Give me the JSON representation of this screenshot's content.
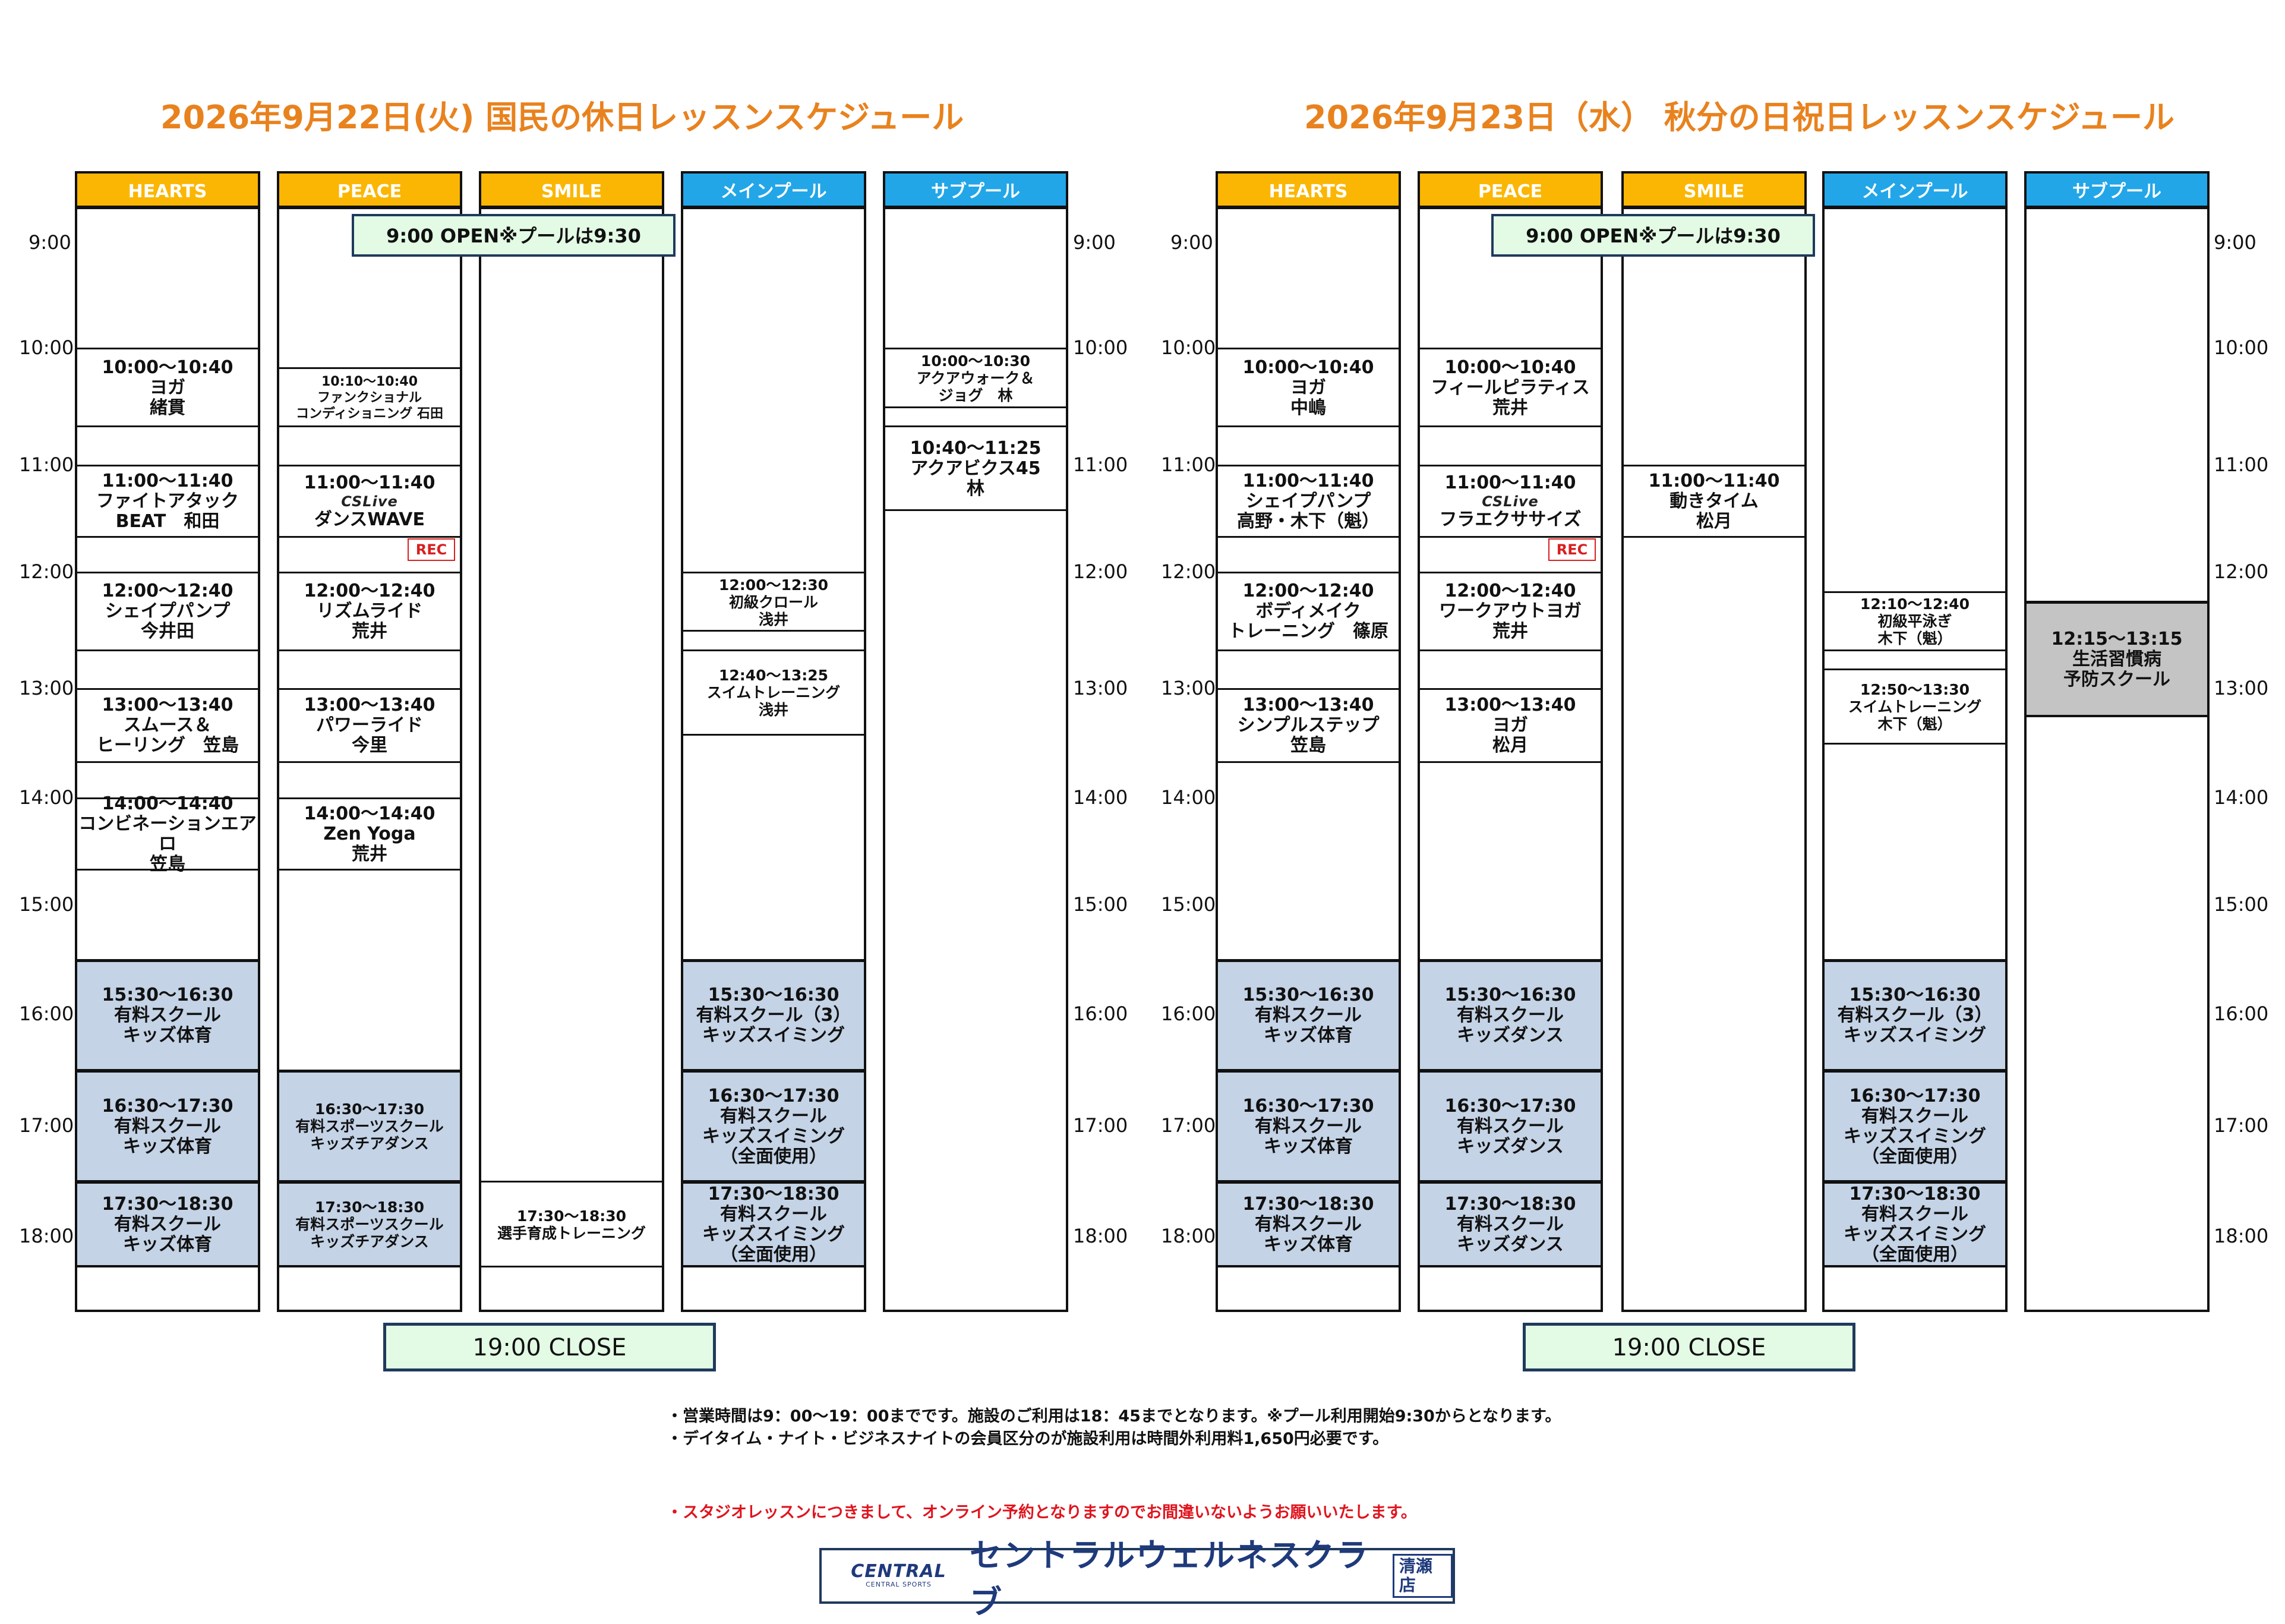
{
  "schedules": [
    {
      "title": "2026年9月22日(火) 国民の休日レッスンスケジュール",
      "open_text": "9:00 OPEN※プールは9:30",
      "close_text": "19:00 CLOSE",
      "columns": [
        {
          "name": "HEARTS",
          "header_color": "#fbb604",
          "lessons": [
            {
              "start": "10:00",
              "end": "10:40",
              "lines": [
                "10:00～10:40",
                "ヨガ",
                "緒貫"
              ]
            },
            {
              "start": "11:00",
              "end": "11:40",
              "lines": [
                "11:00～11:40",
                "ファイトアタック",
                "BEAT　和田"
              ]
            },
            {
              "start": "12:00",
              "end": "12:40",
              "lines": [
                "12:00～12:40",
                "シェイプパンプ",
                "今井田"
              ]
            },
            {
              "start": "13:00",
              "end": "13:40",
              "lines": [
                "13:00～13:40",
                "スムース＆",
                "ヒーリング　笠島"
              ]
            },
            {
              "start": "14:00",
              "end": "14:40",
              "lines": [
                "14:00～14:40",
                "コンビネーションエアロ",
                "笠島"
              ]
            },
            {
              "start": "15:30",
              "end": "16:30",
              "paid": true,
              "lines": [
                "15:30～16:30",
                "有料スクール",
                "キッズ体育"
              ]
            },
            {
              "start": "16:30",
              "end": "17:30",
              "paid": true,
              "lines": [
                "16:30～17:30",
                "有料スクール",
                "キッズ体育"
              ]
            },
            {
              "start": "17:30",
              "end": "18:30",
              "paid": true,
              "lines": [
                "17:30～18:30",
                "有料スクール",
                "キッズ体育"
              ]
            }
          ]
        },
        {
          "name": "PEACE",
          "header_color": "#fbb604",
          "lessons": [
            {
              "start": "10:10",
              "end": "10:40",
              "size": "tiny",
              "lines": [
                "10:10～10:40",
                "ファンクショナル",
                "コンディショニング 石田"
              ]
            },
            {
              "start": "11:00",
              "end": "11:40",
              "cslive": "CSLive",
              "rec": "REC",
              "lines": [
                "11:00～11:40",
                "ダンスWAVE"
              ]
            },
            {
              "start": "12:00",
              "end": "12:40",
              "lines": [
                "12:00～12:40",
                "リズムライド",
                "荒井"
              ]
            },
            {
              "start": "13:00",
              "end": "13:40",
              "lines": [
                "13:00～13:40",
                "パワーライド",
                "今里"
              ]
            },
            {
              "start": "14:00",
              "end": "14:40",
              "lines": [
                "14:00～14:40",
                "Zen Yoga",
                "荒井"
              ]
            },
            {
              "start": "16:30",
              "end": "17:30",
              "paid": true,
              "size": "small",
              "lines": [
                "16:30～17:30",
                "有料スポーツスクール",
                "キッズチアダンス"
              ]
            },
            {
              "start": "17:30",
              "end": "18:30",
              "paid": true,
              "size": "small",
              "lines": [
                "17:30～18:30",
                "有料スポーツスクール",
                "キッズチアダンス"
              ]
            }
          ]
        },
        {
          "name": "SMILE",
          "header_color": "#fbb604",
          "lessons": [
            {
              "start": "17:30",
              "end": "18:30",
              "size": "small",
              "lines": [
                "17:30～18:30",
                "選手育成トレーニング"
              ]
            }
          ]
        },
        {
          "name": "メインプール",
          "header_color": "#22a6e8",
          "lessons": [
            {
              "start": "12:00",
              "end": "12:30",
              "size": "small",
              "lines": [
                "12:00～12:30",
                "初級クロール",
                "浅井"
              ]
            },
            {
              "start": "12:40",
              "end": "13:25",
              "size": "small",
              "lines": [
                "12:40～13:25",
                "スイムトレーニング",
                "浅井"
              ]
            },
            {
              "start": "15:30",
              "end": "16:30",
              "paid": true,
              "lines": [
                "15:30～16:30",
                "有料スクール（3）",
                "キッズスイミング"
              ]
            },
            {
              "start": "16:30",
              "end": "17:30",
              "paid": true,
              "lines": [
                "16:30～17:30",
                "有料スクール",
                "キッズスイミング",
                "（全面使用）"
              ]
            },
            {
              "start": "17:30",
              "end": "18:30",
              "paid": true,
              "lines": [
                "17:30～18:30",
                "有料スクール",
                "キッズスイミング",
                "（全面使用）"
              ]
            }
          ]
        },
        {
          "name": "サブプール",
          "header_color": "#22a6e8",
          "lessons": [
            {
              "start": "10:00",
              "end": "10:30",
              "size": "small",
              "lines": [
                "10:00～10:30",
                "アクアウォーク＆",
                "ジョグ　林"
              ]
            },
            {
              "start": "10:40",
              "end": "11:25",
              "lines": [
                "10:40～11:25",
                "アクアビクス45",
                "林"
              ]
            }
          ]
        }
      ]
    },
    {
      "title": "2026年9月23日（水） 秋分の日祝日レッスンスケジュール",
      "open_text": "9:00 OPEN※プールは9:30",
      "close_text": "19:00 CLOSE",
      "columns": [
        {
          "name": "HEARTS",
          "header_color": "#fbb604",
          "lessons": [
            {
              "start": "10:00",
              "end": "10:40",
              "lines": [
                "10:00～10:40",
                "ヨガ",
                "中嶋"
              ]
            },
            {
              "start": "11:00",
              "end": "11:40",
              "lines": [
                "11:00～11:40",
                "シェイプパンプ",
                "高野・木下（魁）"
              ]
            },
            {
              "start": "12:00",
              "end": "12:40",
              "lines": [
                "12:00～12:40",
                "ボディメイク",
                "トレーニング　篠原"
              ]
            },
            {
              "start": "13:00",
              "end": "13:40",
              "lines": [
                "13:00～13:40",
                "シンプルステップ",
                "笠島"
              ]
            },
            {
              "start": "15:30",
              "end": "16:30",
              "paid": true,
              "lines": [
                "15:30～16:30",
                "有料スクール",
                "キッズ体育"
              ]
            },
            {
              "start": "16:30",
              "end": "17:30",
              "paid": true,
              "lines": [
                "16:30～17:30",
                "有料スクール",
                "キッズ体育"
              ]
            },
            {
              "start": "17:30",
              "end": "18:30",
              "paid": true,
              "lines": [
                "17:30～18:30",
                "有料スクール",
                "キッズ体育"
              ]
            }
          ]
        },
        {
          "name": "PEACE",
          "header_color": "#fbb604",
          "lessons": [
            {
              "start": "10:00",
              "end": "10:40",
              "lines": [
                "10:00～10:40",
                "フィールピラティス",
                "荒井"
              ]
            },
            {
              "start": "11:00",
              "end": "11:40",
              "cslive": "CSLive",
              "rec": "REC",
              "lines": [
                "11:00～11:40",
                "フラエクササイズ"
              ]
            },
            {
              "start": "12:00",
              "end": "12:40",
              "lines": [
                "12:00～12:40",
                "ワークアウトヨガ",
                "荒井"
              ]
            },
            {
              "start": "13:00",
              "end": "13:40",
              "lines": [
                "13:00～13:40",
                "ヨガ",
                "松月"
              ]
            },
            {
              "start": "15:30",
              "end": "16:30",
              "paid": true,
              "lines": [
                "15:30～16:30",
                "有料スクール",
                "キッズダンス"
              ]
            },
            {
              "start": "16:30",
              "end": "17:30",
              "paid": true,
              "lines": [
                "16:30～17:30",
                "有料スクール",
                "キッズダンス"
              ]
            },
            {
              "start": "17:30",
              "end": "18:30",
              "paid": true,
              "lines": [
                "17:30～18:30",
                "有料スクール",
                "キッズダンス"
              ]
            }
          ]
        },
        {
          "name": "SMILE",
          "header_color": "#fbb604",
          "lessons": [
            {
              "start": "11:00",
              "end": "11:40",
              "lines": [
                "11:00～11:40",
                "動きタイム",
                "松月"
              ]
            }
          ]
        },
        {
          "name": "メインプール",
          "header_color": "#22a6e8",
          "lessons": [
            {
              "start": "12:10",
              "end": "12:40",
              "size": "small",
              "lines": [
                "12:10～12:40",
                "初級平泳ぎ",
                "木下（魁）"
              ]
            },
            {
              "start": "12:50",
              "end": "13:30",
              "size": "small",
              "lines": [
                "12:50～13:30",
                "スイムトレーニング",
                "木下（魁）"
              ]
            },
            {
              "start": "15:30",
              "end": "16:30",
              "paid": true,
              "lines": [
                "15:30～16:30",
                "有料スクール（3）",
                "キッズスイミング"
              ]
            },
            {
              "start": "16:30",
              "end": "17:30",
              "paid": true,
              "lines": [
                "16:30～17:30",
                "有料スクール",
                "キッズスイミング",
                "（全面使用）"
              ]
            },
            {
              "start": "17:30",
              "end": "18:30",
              "paid": true,
              "lines": [
                "17:30～18:30",
                "有料スクール",
                "キッズスイミング",
                "（全面使用）"
              ]
            }
          ]
        },
        {
          "name": "サブプール",
          "header_color": "#22a6e8",
          "lessons": [
            {
              "start": "12:15",
              "end": "13:15",
              "gray": true,
              "lines": [
                "12:15～13:15",
                "生活習慣病",
                "予防スクール"
              ]
            }
          ]
        }
      ]
    }
  ],
  "time_labels": [
    "9:00",
    "10:00",
    "11:00",
    "12:00",
    "13:00",
    "14:00",
    "15:00",
    "16:00",
    "17:00",
    "18:00"
  ],
  "notes": {
    "line1": "・営業時間は9：00～19：00までです。施設のご利用は18：45までとなります。※プール利用開始9:30からとなります。",
    "line2": "・デイタイム・ナイト・ビジネスナイトの会員区分のが施設利用は時間外利用料1,650円必要です。",
    "line3": "・スタジオレッスンにつきまして、オンライン予約となりますのでお間違いないようお願いいたします。"
  },
  "logo": {
    "mark": "CENTRAL",
    "mark_sub": "CENTRAL SPORTS",
    "name": "セントラルウェルネスクラブ",
    "store": "清瀬店"
  },
  "colors": {
    "title": "#e8821e",
    "studio_header": "#fbb604",
    "pool_header": "#22a6e8",
    "paid_school": "#c4d3e6",
    "gray_school": "#c4c4c4",
    "open_close_box": "#e3fbe5",
    "notice_red": "#e0141e"
  }
}
